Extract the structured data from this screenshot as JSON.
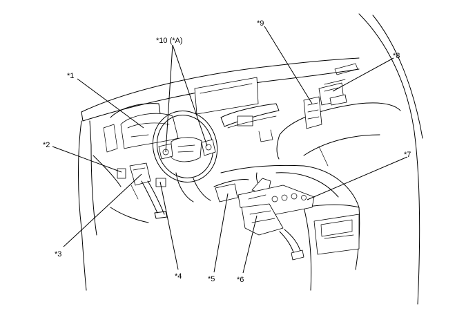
{
  "callouts": [
    {
      "id": "c1",
      "label": "*1"
    },
    {
      "id": "c2",
      "label": "*2"
    },
    {
      "id": "c3",
      "label": "*3"
    },
    {
      "id": "c4",
      "label": "*4"
    },
    {
      "id": "c5",
      "label": "*5"
    },
    {
      "id": "c6",
      "label": "*6"
    },
    {
      "id": "c7",
      "label": "*7"
    },
    {
      "id": "c8",
      "label": "*8"
    },
    {
      "id": "c9",
      "label": "*9"
    },
    {
      "id": "c10",
      "label": "*10 (*A)"
    }
  ]
}
